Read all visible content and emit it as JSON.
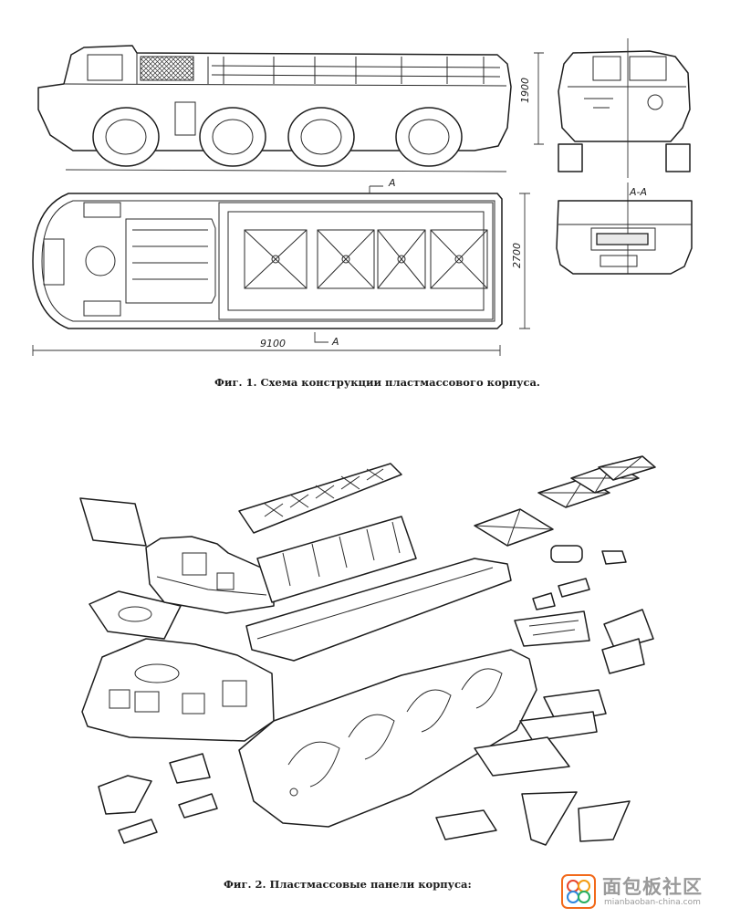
{
  "figure1": {
    "caption": "Фиг. 1. Схема конструкции пластмассового корпуса.",
    "dim_length": "9100",
    "dim_width": "2700",
    "dim_height": "1900",
    "section_mark": "A",
    "section_label": "A-A"
  },
  "figure2": {
    "caption": "Фиг. 2. Пластмассовые панели корпуса:"
  },
  "watermark": {
    "chinese": "面包板社区",
    "url": "mianbaoban-china.com"
  }
}
